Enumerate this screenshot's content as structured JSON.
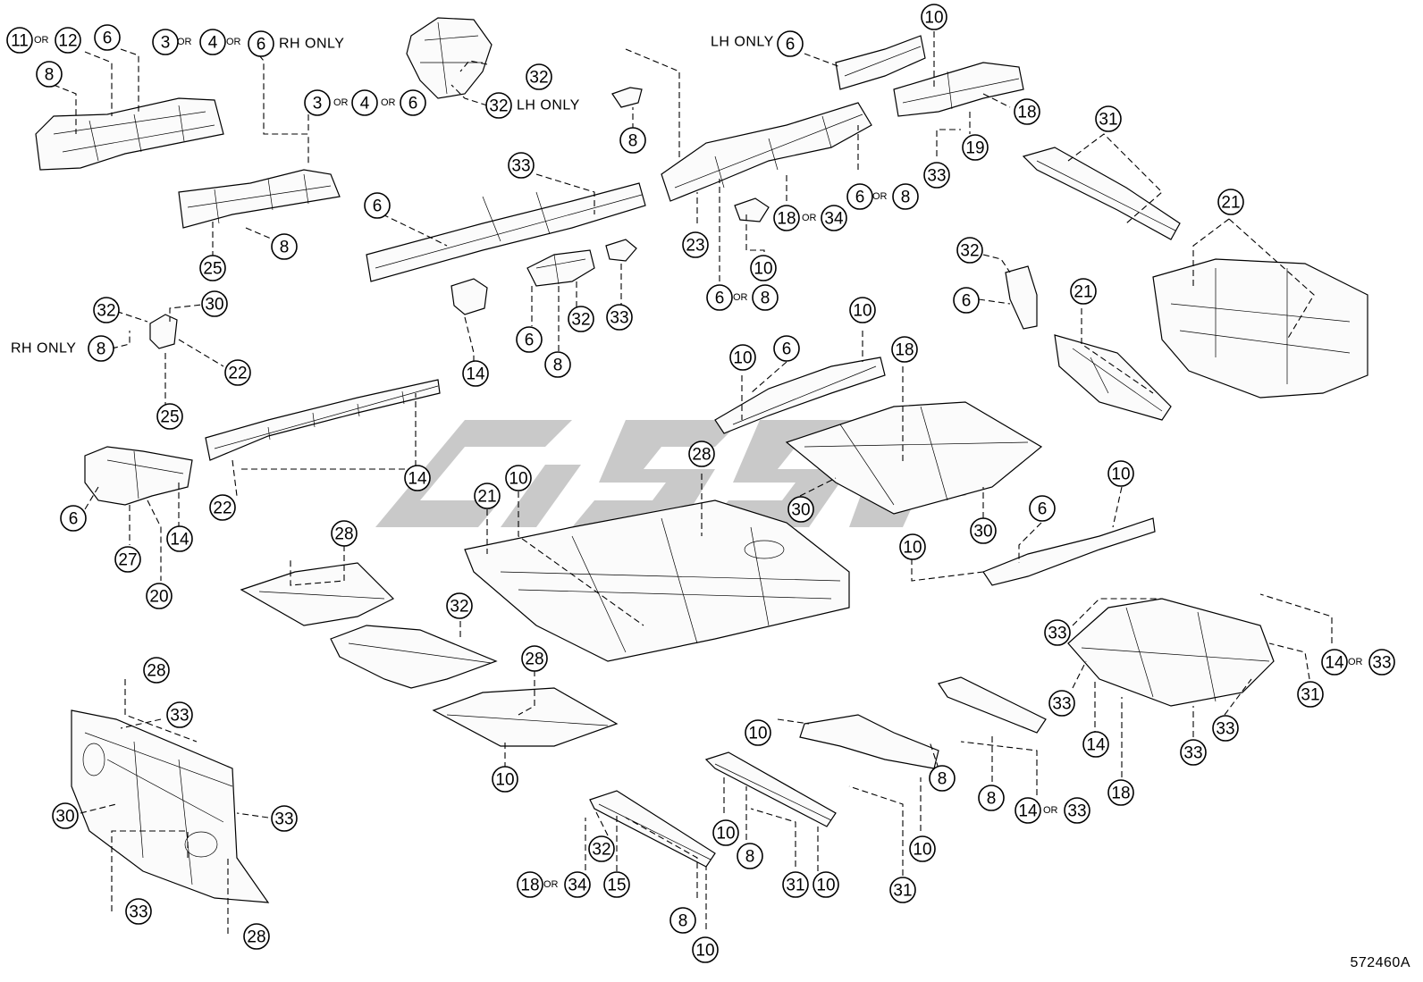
{
  "figure_id": "572460A",
  "notes": {
    "rh_only": "RH ONLY",
    "lh_only": "LH ONLY",
    "or": "OR"
  },
  "callouts": [
    {
      "label": "11"
    },
    {
      "label": "12"
    },
    {
      "label": "6"
    },
    {
      "label": "3"
    },
    {
      "label": "4"
    },
    {
      "label": "6"
    },
    {
      "label": "8"
    },
    {
      "label": "32"
    },
    {
      "label": "32"
    },
    {
      "label": "3"
    },
    {
      "label": "4"
    },
    {
      "label": "6"
    },
    {
      "label": "8"
    },
    {
      "label": "6"
    },
    {
      "label": "10"
    },
    {
      "label": "18"
    },
    {
      "label": "19"
    },
    {
      "label": "33"
    },
    {
      "label": "33"
    },
    {
      "label": "6"
    },
    {
      "label": "8"
    },
    {
      "label": "18"
    },
    {
      "label": "34"
    },
    {
      "label": "23"
    },
    {
      "label": "31"
    },
    {
      "label": "25"
    },
    {
      "label": "8"
    },
    {
      "label": "6"
    },
    {
      "label": "10"
    },
    {
      "label": "6"
    },
    {
      "label": "8"
    },
    {
      "label": "21"
    },
    {
      "label": "32"
    },
    {
      "label": "32"
    },
    {
      "label": "30"
    },
    {
      "label": "8"
    },
    {
      "label": "22"
    },
    {
      "label": "25"
    },
    {
      "label": "14"
    },
    {
      "label": "6"
    },
    {
      "label": "8"
    },
    {
      "label": "32"
    },
    {
      "label": "33"
    },
    {
      "label": "6"
    },
    {
      "label": "21"
    },
    {
      "label": "10"
    },
    {
      "label": "10"
    },
    {
      "label": "6"
    },
    {
      "label": "18"
    },
    {
      "label": "14"
    },
    {
      "label": "22"
    },
    {
      "label": "6"
    },
    {
      "label": "27"
    },
    {
      "label": "14"
    },
    {
      "label": "20"
    },
    {
      "label": "28"
    },
    {
      "label": "21"
    },
    {
      "label": "10"
    },
    {
      "label": "30"
    },
    {
      "label": "30"
    },
    {
      "label": "10"
    },
    {
      "label": "6"
    },
    {
      "label": "10"
    },
    {
      "label": "28"
    },
    {
      "label": "32"
    },
    {
      "label": "28"
    },
    {
      "label": "10"
    },
    {
      "label": "33"
    },
    {
      "label": "33"
    },
    {
      "label": "14"
    },
    {
      "label": "33"
    },
    {
      "label": "31"
    },
    {
      "label": "33"
    },
    {
      "label": "14"
    },
    {
      "label": "33"
    },
    {
      "label": "18"
    },
    {
      "label": "28"
    },
    {
      "label": "33"
    },
    {
      "label": "30"
    },
    {
      "label": "33"
    },
    {
      "label": "33"
    },
    {
      "label": "28"
    },
    {
      "label": "10"
    },
    {
      "label": "8"
    },
    {
      "label": "10"
    },
    {
      "label": "31"
    },
    {
      "label": "8"
    },
    {
      "label": "14"
    },
    {
      "label": "33"
    },
    {
      "label": "10"
    },
    {
      "label": "8"
    },
    {
      "label": "31"
    },
    {
      "label": "10"
    },
    {
      "label": "32"
    },
    {
      "label": "15"
    },
    {
      "label": "18"
    },
    {
      "label": "34"
    },
    {
      "label": "8"
    },
    {
      "label": "10"
    }
  ]
}
